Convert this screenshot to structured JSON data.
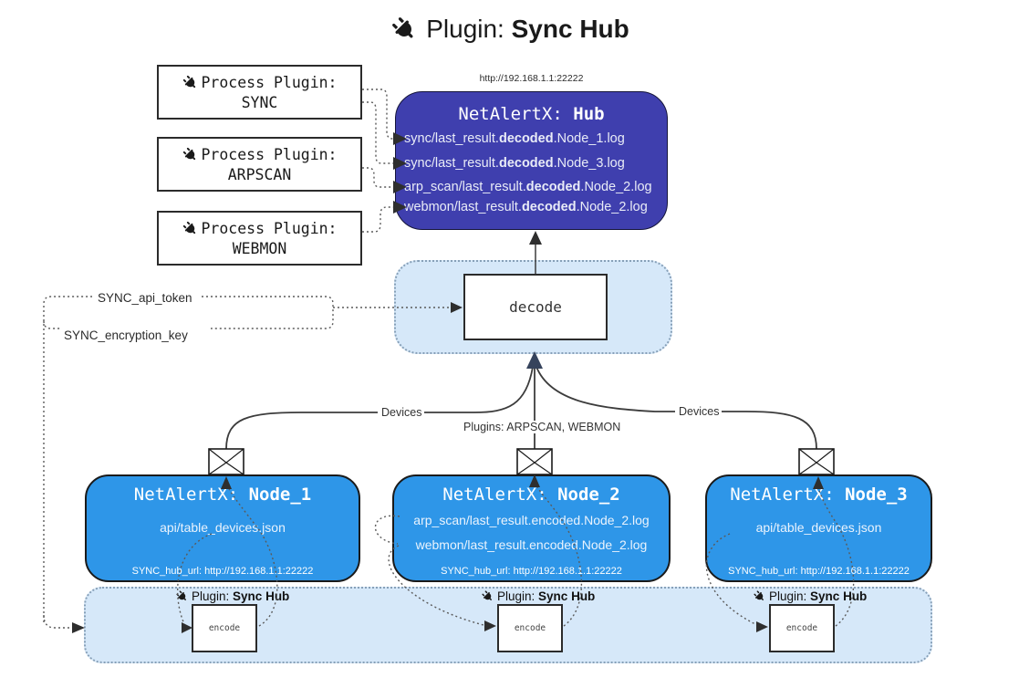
{
  "title": {
    "label": "Plugin:",
    "name": "Sync Hub"
  },
  "hub": {
    "url": "http://192.168.1.1:22222",
    "name_prefix": "NetAlertX:",
    "name": "Hub",
    "logs": [
      {
        "pre": "sync/last_result.",
        "mid": "decoded",
        "post": ".Node_1.log"
      },
      {
        "pre": "sync/last_result.",
        "mid": "decoded",
        "post": ".Node_3.log"
      },
      {
        "pre": "arp_scan/last_result.",
        "mid": "decoded",
        "post": ".Node_2.log"
      },
      {
        "pre": "webmon/last_result.",
        "mid": "decoded",
        "post": ".Node_2.log"
      }
    ]
  },
  "process_plugins": [
    {
      "label": "Process Plugin:",
      "name": "SYNC"
    },
    {
      "label": "Process Plugin:",
      "name": "ARPSCAN"
    },
    {
      "label": "Process Plugin:",
      "name": "WEBMON"
    }
  ],
  "decode": {
    "label": "decode"
  },
  "secrets": {
    "api_token": "SYNC_api_token",
    "encryption_key": "SYNC_encryption_key"
  },
  "edges": {
    "left": "Devices",
    "middle": "Plugins: ARPSCAN, WEBMON",
    "right": "Devices"
  },
  "nodes": [
    {
      "name_prefix": "NetAlertX:",
      "name": "Node_1",
      "lines": [
        "api/table_devices.json"
      ],
      "hub_url": "SYNC_hub_url: http://192.168.1.1:22222"
    },
    {
      "name_prefix": "NetAlertX:",
      "name": "Node_2",
      "lines": [
        "arp_scan/last_result.encoded.Node_2.log",
        "webmon/last_result.encoded.Node_2.log"
      ],
      "hub_url": "SYNC_hub_url: http://192.168.1.1:22222"
    },
    {
      "name_prefix": "NetAlertX:",
      "name": "Node_3",
      "lines": [
        "api/table_devices.json"
      ],
      "hub_url": "SYNC_hub_url: http://192.168.1.1:22222"
    }
  ],
  "encoder": {
    "label": "Plugin:",
    "name": "Sync Hub",
    "box": "encode"
  },
  "colors": {
    "hub_bg": "#3f3fae",
    "node_bg": "#2e96e8",
    "panel_bg": "#d6e8f9",
    "line": "#3c3c3c",
    "light_text": "#e9ecf7"
  }
}
